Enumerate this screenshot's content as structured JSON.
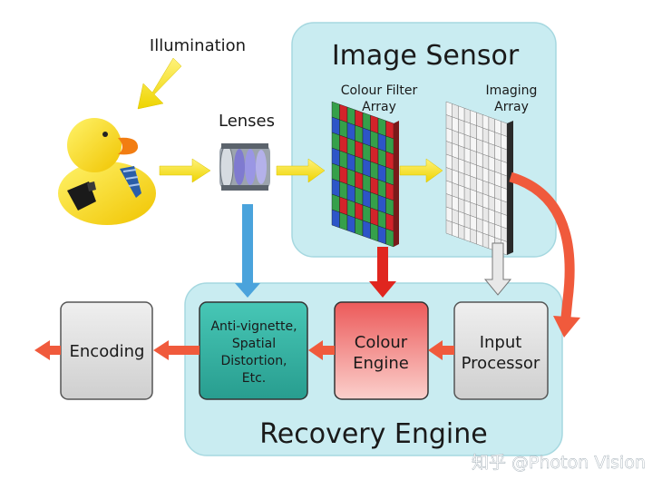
{
  "labels": {
    "illumination": "Illumination",
    "lenses": "Lenses",
    "image_sensor": "Image Sensor",
    "colour_filter_array": [
      "Colour Filter",
      "Array"
    ],
    "imaging_array": [
      "Imaging",
      "Array"
    ],
    "recovery_engine": "Recovery Engine",
    "encoding": "Encoding",
    "anti_vignette": [
      "Anti-vignette,",
      "Spatial",
      "Distortion,",
      "Etc."
    ],
    "colour_engine": [
      "Colour",
      "Engine"
    ],
    "input_processor": [
      "Input",
      "Processor"
    ]
  },
  "watermark": "知乎 @Photon Vision",
  "colors": {
    "panel_fill": "#c9ecf1",
    "panel_stroke": "#9fd3dc",
    "yellow_arrow": "#f3e21a",
    "red_arrow": "#e0261f",
    "blue_arrow": "#4aa3dc",
    "orange_arrow": "#f05a3c",
    "grey_box": "#d9d9d9",
    "teal_box": "#35b5a5",
    "pink_box": "#f07f7f"
  },
  "icons": [
    "rubber-duck-icon",
    "lens-assembly-icon",
    "colour-filter-grid-icon",
    "imaging-array-grid-icon"
  ]
}
